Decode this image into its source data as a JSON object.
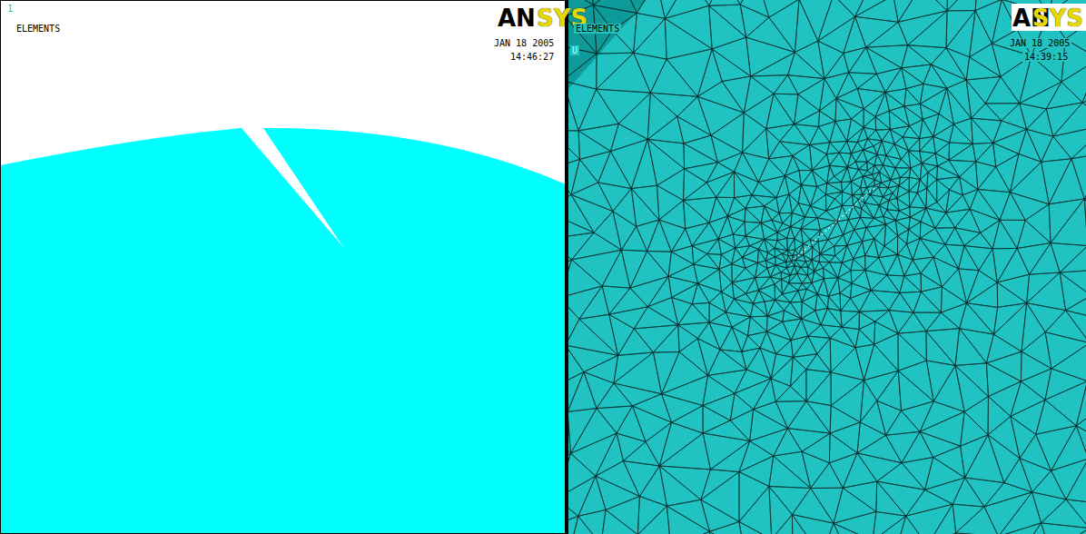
{
  "diagram": {
    "labels": [
      "1",
      "ELEMENTS",
      "AN",
      "SYS",
      "JAN 18 2005",
      "14:46:27",
      "ELEMENTS",
      "U",
      "AN",
      "SYS",
      "JAN 18 2005",
      "14:39:15"
    ]
  }
}
